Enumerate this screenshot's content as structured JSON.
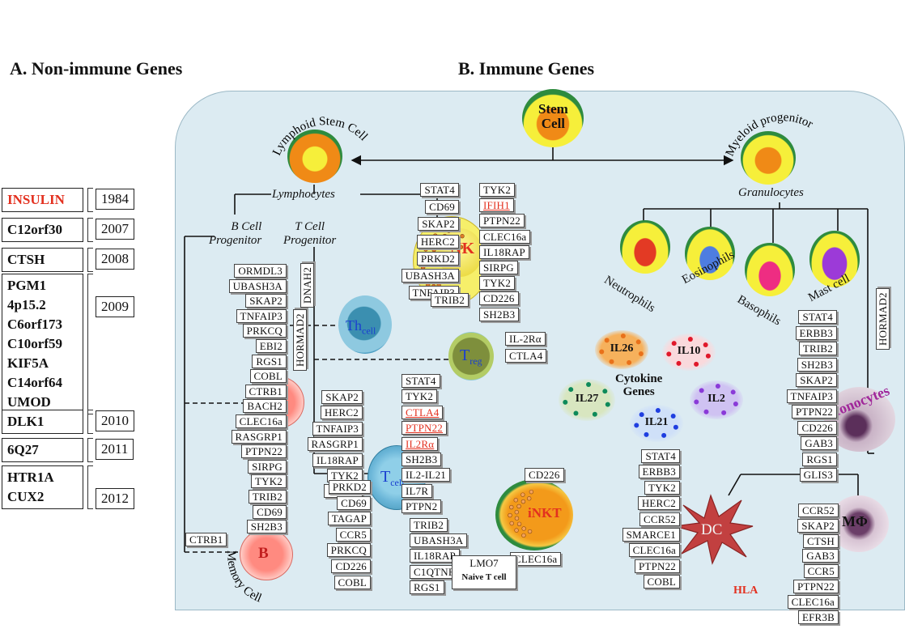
{
  "titles": {
    "a": "A. Non-immune Genes",
    "b": "B. Immune Genes"
  },
  "panel_a": {
    "groups": [
      {
        "genes": [
          "INSULIN"
        ],
        "year": "1984",
        "highlight": true
      },
      {
        "genes": [
          "C12orf30"
        ],
        "year": "2007",
        "highlight": false
      },
      {
        "genes": [
          "CTSH"
        ],
        "year": "2008",
        "highlight": false
      },
      {
        "genes": [
          "PGM1",
          "4p15.2",
          "C6orf173",
          "C10orf59",
          "KIF5A",
          "C14orf64",
          "UMOD"
        ],
        "year": "2009",
        "highlight": false
      },
      {
        "genes": [
          "DLK1"
        ],
        "year": "2010",
        "highlight": false
      },
      {
        "genes": [
          "6Q27"
        ],
        "year": "2011",
        "highlight": false
      },
      {
        "genes": [
          "HTR1A",
          "CUX2"
        ],
        "year": "2012",
        "highlight": false
      }
    ]
  },
  "cells": {
    "stem": [
      "Stem",
      "Cell"
    ],
    "lymphoid": "Lymphoid Stem Cell",
    "myeloid": "Myeloid progenitor",
    "lymphocytes": "Lymphocytes",
    "granulocytes": "Granulocytes",
    "b_prog": [
      "B Cell",
      "Progenitor"
    ],
    "t_prog": [
      "T Cell",
      "Progenitor"
    ],
    "nk": "NK",
    "th": "Th",
    "th_sub": "cell",
    "treg": "T",
    "treg_sub": "reg",
    "b": "B",
    "tcell": "T",
    "tcell_sub": "cell",
    "inkt": "iNKT",
    "b_mem": "B",
    "memory": "Memory Cell",
    "neutrophils": "Neutrophils",
    "eosinophils": "Eosinophils",
    "basophils": "Basophils",
    "mast": "Mast cell",
    "monocytes": "Monocytes",
    "dc": "DC",
    "mphi": "MΦ",
    "naive": "Naive T cell",
    "hla": "HLA",
    "cytokine": [
      "Cytokine",
      "Genes"
    ]
  },
  "cytokines": [
    "IL26",
    "IL10",
    "IL27",
    "IL2",
    "IL21"
  ],
  "genes": {
    "nk_left": [
      "STAT4",
      "CD69",
      "SKAP2",
      "HERC2",
      "PRKD2",
      "UBASH3A",
      "TNFAIP3"
    ],
    "nk_right": [
      "TYK2",
      "IFIH1",
      "PTPN22",
      "CLEC16a",
      "IL18RAP",
      "SIRPG",
      "TYK2",
      "CD226",
      "SH2B3"
    ],
    "nk_bottom": "TRIB2",
    "b_list": [
      "ORMDL3",
      "UBASH3A",
      "SKAP2",
      "TNFAIP3",
      "PRKCQ",
      "EBI2",
      "RGS1",
      "COBL",
      "CTRB1",
      "BACH2",
      "CLEC16a",
      "RASGRP1",
      "PTPN22",
      "SIRPG",
      "TYK2",
      "TRIB2",
      "CD69",
      "SH2B3"
    ],
    "b_vertical": [
      "DNAH2",
      "HORMAD2"
    ],
    "b_mem": "CTRB1",
    "treg": [
      "IL-2Rα",
      "CTLA4"
    ],
    "t_upper_left": [
      "SKAP2",
      "HERC2",
      "TNFAIP3",
      "RASGRP1",
      "IL18RAP",
      "TYK2",
      "SIRPG"
    ],
    "t_upper_right": [
      "STAT4",
      "TYK2",
      "CTLA4",
      "PTPN22",
      "IL2Rα",
      "SH2B3",
      "IL2-IL21",
      "IL7R",
      "PTPN2"
    ],
    "t_lower": [
      "PRKD2",
      "CD69",
      "TAGAP",
      "CCR5",
      "PRKCQ",
      "CD226",
      "COBL"
    ],
    "t_bottom": [
      "TRIB2",
      "UBASH3A",
      "IL18RAP",
      "C1QTNF6",
      "RGS1"
    ],
    "naive": "LMO7",
    "inkt": [
      "CD226",
      "CLEC16a"
    ],
    "mono": [
      "STAT4",
      "ERBB3",
      "TRIB2",
      "SH2B3",
      "SKAP2",
      "TNFAIP3",
      "PTPN22",
      "CD226",
      "GAB3",
      "RGS1",
      "GLIS3"
    ],
    "mono_vertical": "HORMAD2",
    "dc": [
      "STAT4",
      "ERBB3",
      "TYK2",
      "HERC2",
      "CCR52",
      "SMARCE1",
      "CLEC16a",
      "PTPN22",
      "COBL"
    ],
    "mphi": [
      "CCR52",
      "SKAP2",
      "CTSH",
      "GAB3",
      "CCR5",
      "PTPN22",
      "CLEC16a",
      "EFR3B"
    ]
  },
  "colors": {
    "highlight": "#e3301f",
    "panel_bg": "#dcebf2",
    "cell_yellow": "#f6ef3a",
    "cell_green": "#2e8b3e",
    "cell_orange": "#ee8a16",
    "label_blue": "#1a3fd0",
    "monocyte_purple": "#a0279a"
  }
}
